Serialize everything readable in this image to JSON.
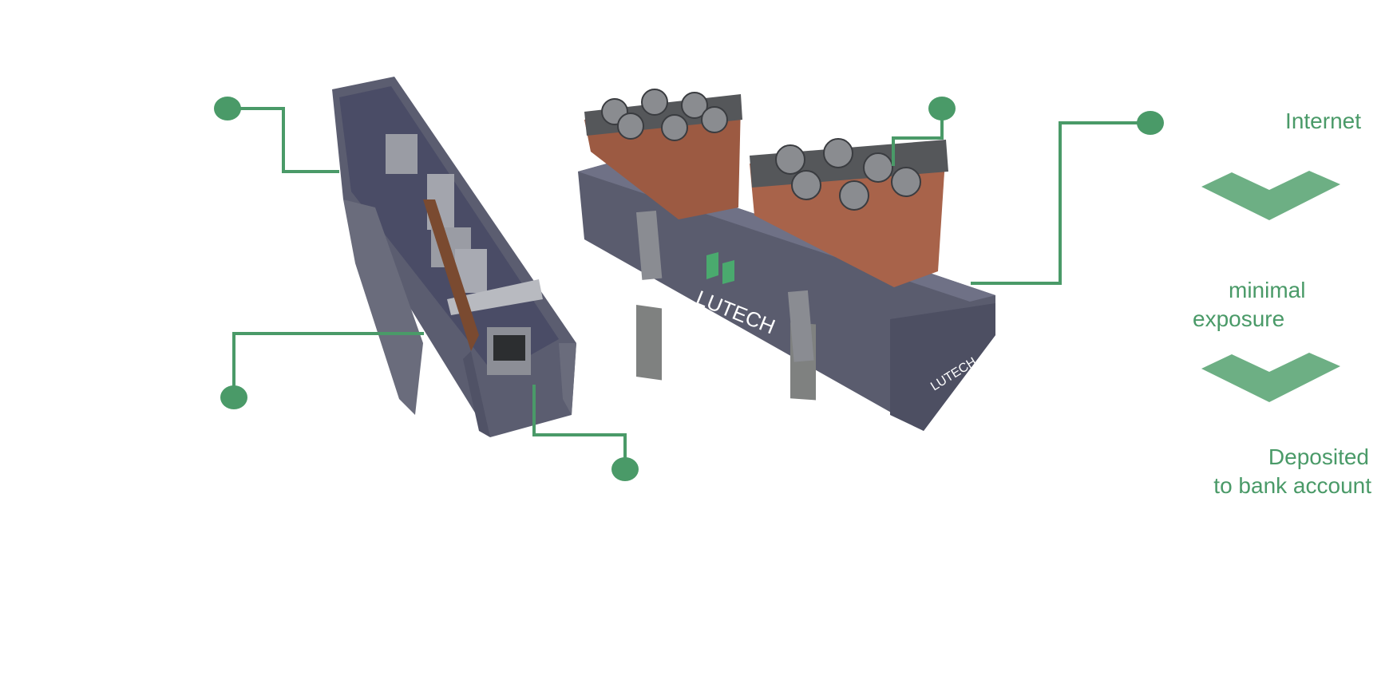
{
  "colors": {
    "accent": "#4a9a68",
    "chevron": "#6daf84",
    "container": "#5a5c6e",
    "copper": "#a8634a"
  },
  "flow": {
    "steps": [
      {
        "lines": [
          "Internet"
        ]
      },
      {
        "lines": [
          "minimal",
          "exposure"
        ]
      },
      {
        "lines": [
          "Deposited",
          "to bank account"
        ]
      }
    ],
    "arrow_icon": "chevron-down-icon"
  },
  "logo": {
    "brand": "LUTECH"
  },
  "callouts": {
    "count": 5,
    "marker_icon": "dot-marker"
  }
}
